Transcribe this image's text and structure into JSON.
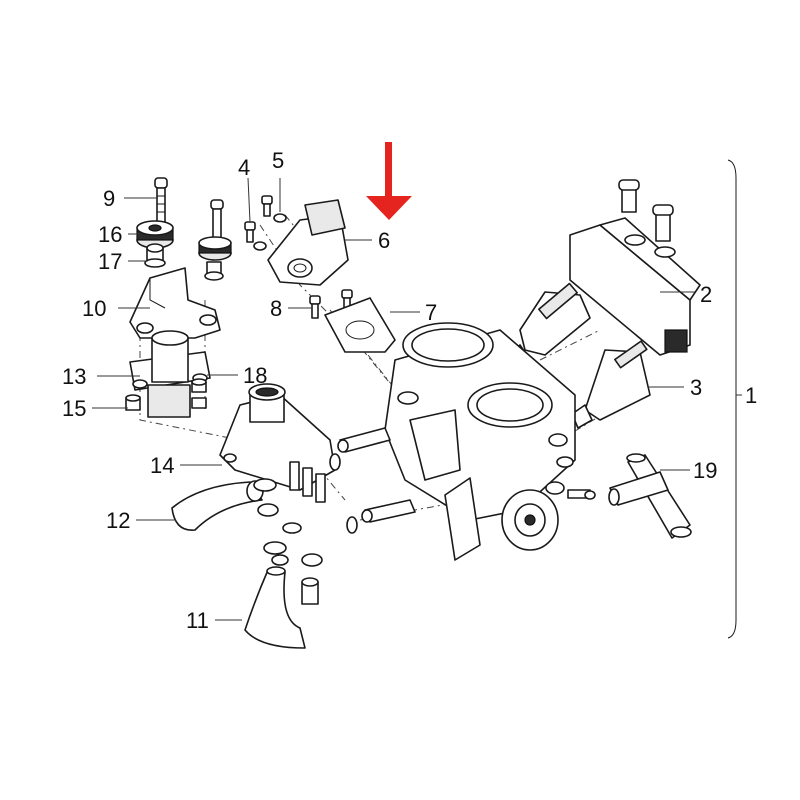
{
  "callouts": {
    "c1": "1",
    "c2": "2",
    "c3": "3",
    "c4": "4",
    "c5": "5",
    "c6": "6",
    "c7": "7",
    "c8": "8",
    "c9": "9",
    "c10": "10",
    "c11": "11",
    "c12": "12",
    "c13": "13",
    "c14": "14",
    "c15": "15",
    "c16": "16",
    "c17": "17",
    "c18": "18",
    "c19": "19"
  },
  "colors": {
    "indicator_arrow": "#e5231f",
    "line": "#1a1a1a"
  },
  "icons": {
    "indicator": "arrow-down-icon"
  }
}
